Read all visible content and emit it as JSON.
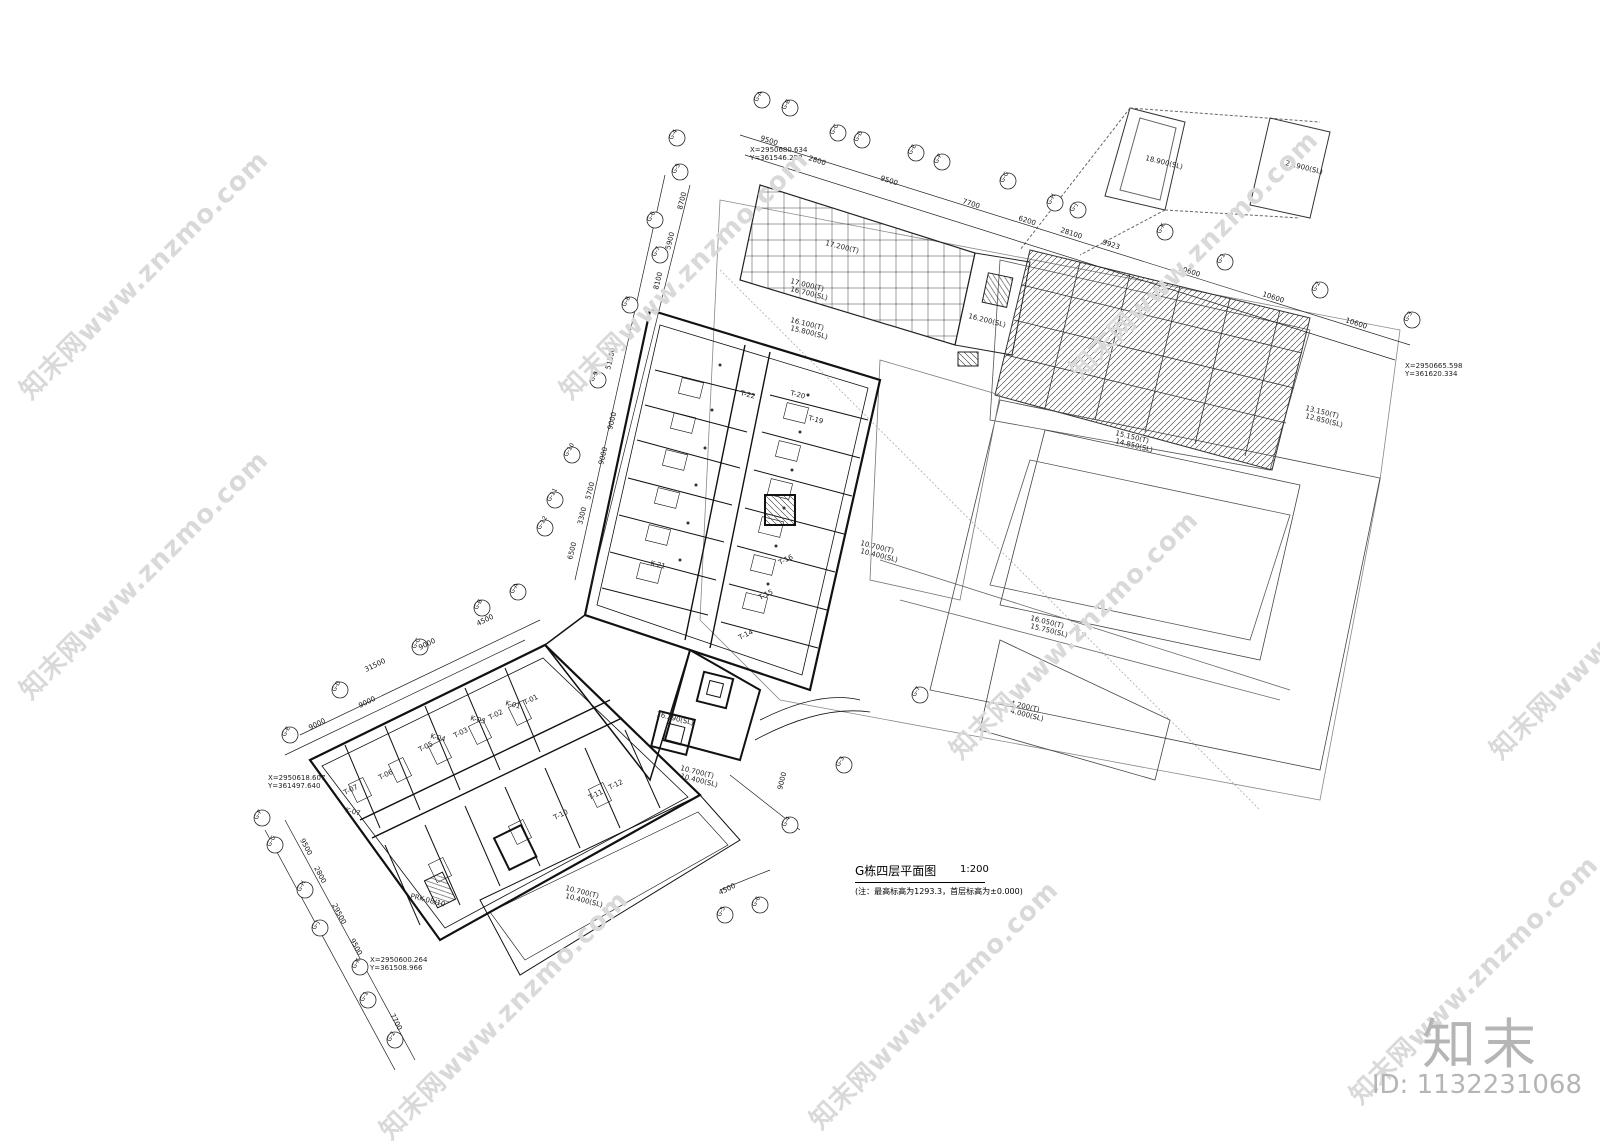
{
  "plan": {
    "title": "G栋四层平面图",
    "scale": "1:200",
    "note": "(注：最高标高为1293.3，首层标高为±0.000)"
  },
  "brand": {
    "logo_text": "知末",
    "id_text": "ID: 1132231068"
  },
  "watermark": "知末网www.znzmo.com",
  "coordinates": [
    "X=2950680.634 Y=361546.258",
    "X=2950665.598 Y=361620.334",
    "X=2950618.607 Y=361497.640",
    "X=2950600.264 Y=361508.966"
  ],
  "dimensions_top": [
    "9500",
    "2800",
    "9500",
    "7700",
    "6200",
    "28100",
    "9923",
    "10600",
    "10600",
    "10600"
  ],
  "dimensions_left": [
    "8700",
    "5900",
    "8100",
    "51500",
    "9000",
    "9000",
    "5700",
    "3300",
    "6500"
  ],
  "dimensions_lower": [
    "31500",
    "9000",
    "9000",
    "9000",
    "4500",
    "9500",
    "2800",
    "29500",
    "9500",
    "7700",
    "4500",
    "9000"
  ],
  "elevations": [
    "17.200(T)",
    "17.000(T) 16.700(SL)",
    "16.100(T) 15.800(SL)",
    "16.200(SL)",
    "18.900(SL)",
    "21.900(SL)",
    "13.150(T) 12.850(SL)",
    "15.150(T) 14.850(SL)",
    "10.700(T) 10.400(SL)",
    "16.050(T) 15.750(SL)",
    "4.200(T) 4.000(SL)",
    "16.290(SL)",
    "10.700(T) 10.400(SL)",
    "10.700(T) 10.400(SL)"
  ],
  "axis_labels": [
    "G-A",
    "G-B",
    "G-C",
    "G-D",
    "G-E",
    "G-F",
    "G-G",
    "G-H",
    "G-J",
    "G-K",
    "G-1",
    "G-2",
    "G-3",
    "G-4",
    "G-5",
    "G-6",
    "G-7",
    "G-8",
    "G-9",
    "G-10",
    "G-11",
    "G-12"
  ],
  "room_labels": [
    "T-01",
    "T-02",
    "T-03",
    "T-05",
    "T-06",
    "T-07",
    "T-10",
    "T-11",
    "T-12",
    "T-14",
    "T-15",
    "T-16",
    "T-19",
    "T-20",
    "T-22",
    "K-01",
    "K-03",
    "K-04",
    "K-07",
    "K-21",
    "PRK-08/10"
  ]
}
